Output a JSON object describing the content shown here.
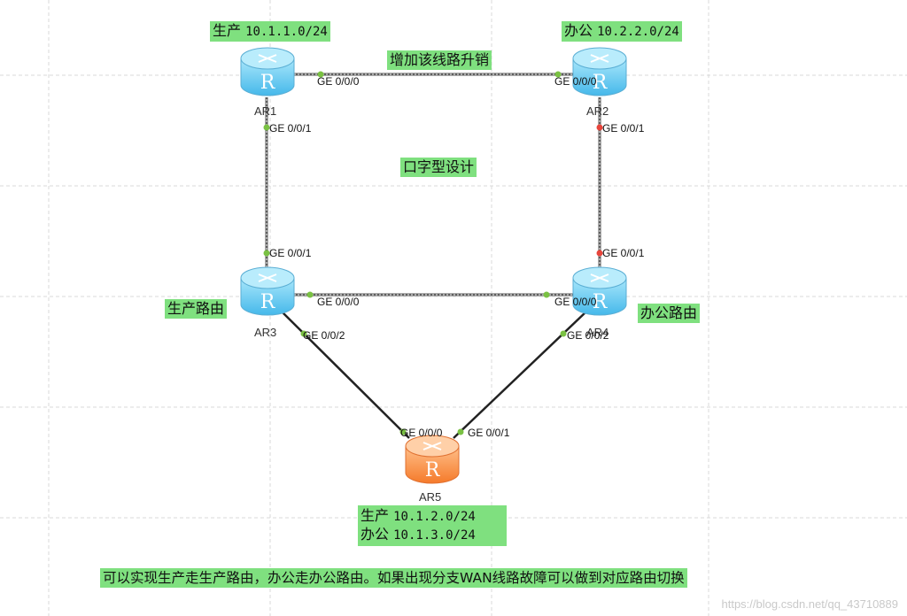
{
  "title_prod": "生产",
  "subnet_prod": "10.1.1.0/24",
  "title_office": "办公",
  "subnet_office": "10.2.2.0/24",
  "note_top": "增加该线路升销",
  "note_design": "口字型设计",
  "label_prod_route": "生产路由",
  "label_office_route": "办公路由",
  "ar5_line1_name": "生产",
  "ar5_line1_subnet": "10.1.2.0/24",
  "ar5_line2_name": "办公",
  "ar5_line2_subnet": "10.1.3.0/24",
  "bottom_note": "可以实现生产走生产路由，办公走办公路由。如果出现分支WAN线路故障可以做到对应路由切换",
  "watermark": "https://blog.csdn.net/qq_43710889",
  "routers": {
    "ar1": "AR1",
    "ar2": "AR2",
    "ar3": "AR3",
    "ar4": "AR4",
    "ar5": "AR5"
  },
  "ports": {
    "ar1_ge000": "GE 0/0/0",
    "ar1_ge001": "GE 0/0/1",
    "ar2_ge000": "GE 0/0/0",
    "ar2_ge001": "GE 0/0/1",
    "ar3_ge001": "GE 0/0/1",
    "ar3_ge000": "GE 0/0/0",
    "ar3_ge002": "GE 0/0/2",
    "ar4_ge001": "GE 0/0/1",
    "ar4_ge000": "GE 0/0/0",
    "ar4_ge002": "GE 0/0/2",
    "ar5_ge000": "GE 0/0/0",
    "ar5_ge001": "GE 0/0/1"
  },
  "colors": {
    "router_blue": "#74d3f7",
    "router_orange": "#ff9a52",
    "tag_green": "#7fe07f",
    "port_up": "#7ac143",
    "port_down": "#e8453c",
    "link": "#222222"
  }
}
